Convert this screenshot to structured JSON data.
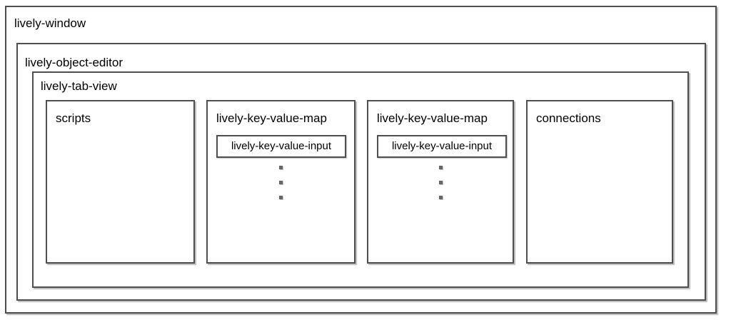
{
  "diagram": {
    "window": {
      "label": "lively-window"
    },
    "object_editor": {
      "label": "lively-object-editor"
    },
    "tab_view": {
      "label": "lively-tab-view"
    },
    "tabs": [
      {
        "label": "scripts"
      },
      {
        "label": "lively-key-value-map",
        "item_label": "lively-key-value-input",
        "more_indicator": "vertical-ellipsis"
      },
      {
        "label": "lively-key-value-map",
        "item_label": "lively-key-value-input",
        "more_indicator": "vertical-ellipsis"
      },
      {
        "label": "connections"
      }
    ],
    "colors": {
      "background": "#ffffff",
      "border": "#4f4f4f",
      "text": "#000000",
      "ellipsis_dot": "#666666"
    }
  }
}
